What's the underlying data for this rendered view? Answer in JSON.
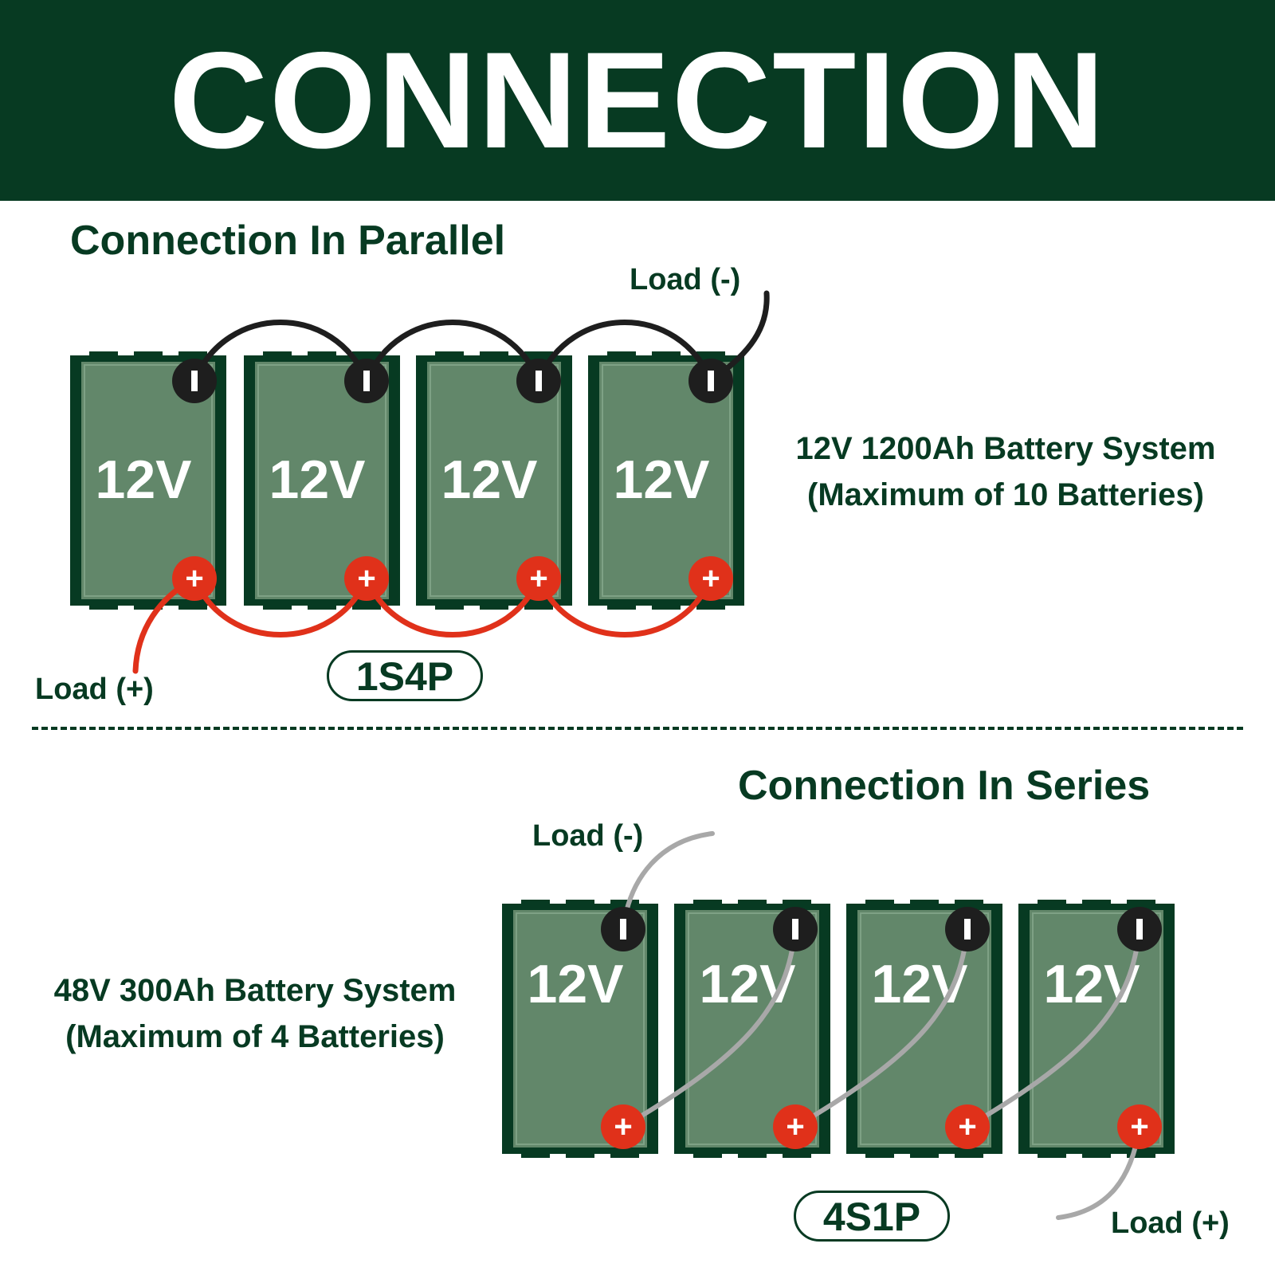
{
  "header": {
    "title": "CONNECTION"
  },
  "parallel": {
    "title": "Connection In Parallel",
    "system_line1": "12V 1200Ah Battery System",
    "system_line2": "(Maximum of 10 Batteries)",
    "load_negative": "Load (-)",
    "load_positive": "Load (+)",
    "configuration": "1S4P",
    "batteries": [
      "12V",
      "12V",
      "12V",
      "12V"
    ]
  },
  "series": {
    "title": "Connection In Series",
    "system_line1": "48V 300Ah Battery System",
    "system_line2": "(Maximum of 4 Batteries)",
    "load_negative": "Load (-)",
    "load_positive": "Load (+)",
    "configuration": "4S1P",
    "batteries": [
      "12V",
      "12V",
      "12V",
      "12V"
    ]
  },
  "terminal_symbols": {
    "negative": "−",
    "positive": "+"
  },
  "colors": {
    "brand_dark_green": "#073a22",
    "battery_fill": "#62876a",
    "negative_terminal": "#1e1e1e",
    "positive_terminal": "#e0311a",
    "parallel_negative_wire": "#1e1e1e",
    "parallel_positive_wire": "#e0311a",
    "series_wire": "#a8a8a8"
  }
}
